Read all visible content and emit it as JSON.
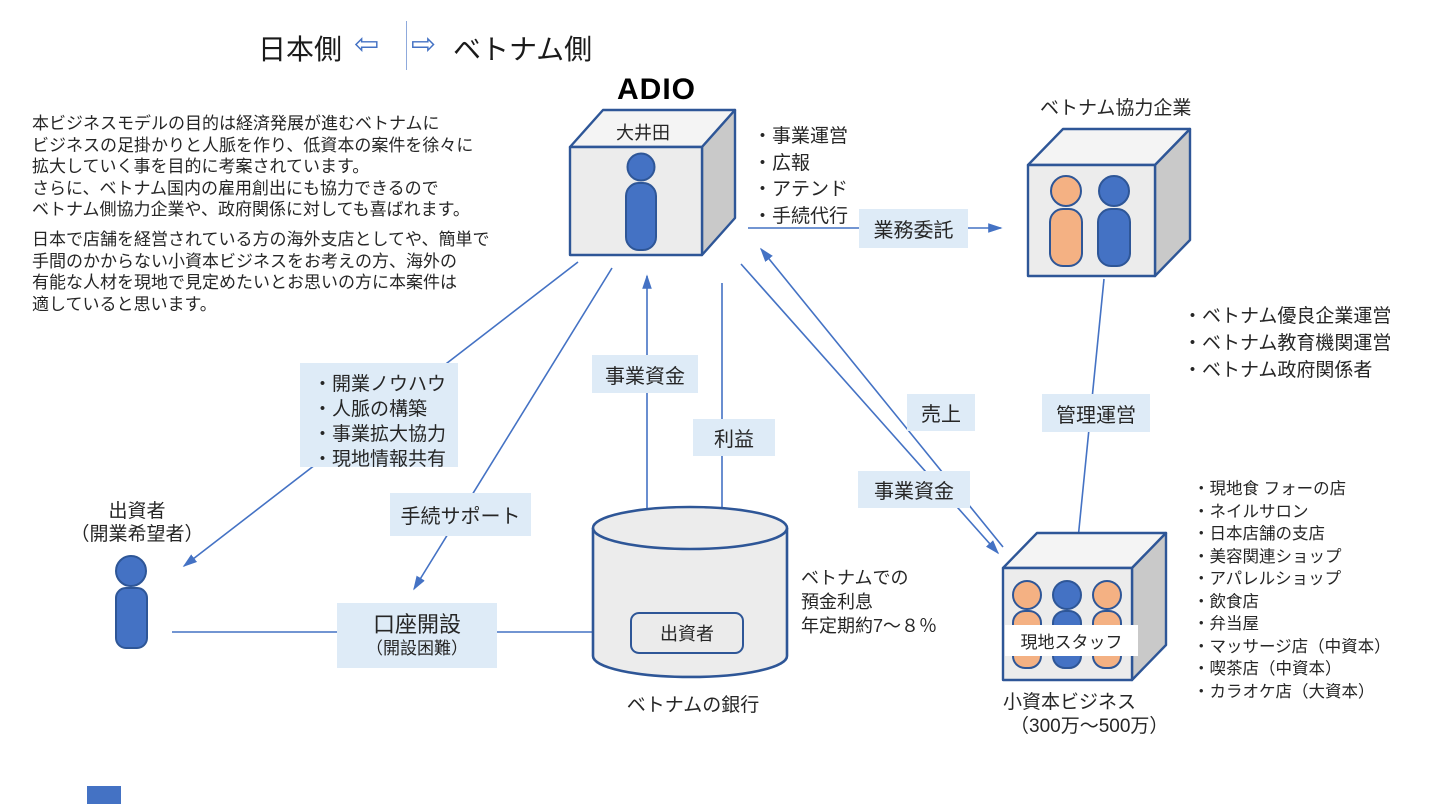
{
  "header": {
    "japan": "日本側",
    "vietnam": "ベトナム側",
    "left_arrow": "⇦",
    "right_arrow": "⇨"
  },
  "intro": {
    "p1": [
      "本ビジネスモデルの目的は経済発展が進むベトナムに",
      "ビジネスの足掛かりと人脈を作り、低資本の案件を徐々に",
      "拡大していく事を目的に考案されています。",
      "さらに、ベトナム国内の雇用創出にも協力できるので",
      "ベトナム側協力企業や、政府関係に対しても喜ばれます。"
    ],
    "p2": [
      "日本で店舗を経営されている方の海外支店としてや、簡単で",
      "手間のかからない小資本ビジネスをお考えの方、海外の",
      "有能な人材を現地で見定めたいとお思いの方に本案件は",
      "適していると思います。"
    ]
  },
  "adio": {
    "title": "ADIO",
    "member": "大井田",
    "services": [
      "・事業運営",
      "・広報",
      "・アテンド",
      "・手続代行"
    ]
  },
  "partner": {
    "title": "ベトナム協力企業",
    "roles": [
      "・ベトナム優良企業運営",
      "・ベトナム教育機関運営",
      "・ベトナム政府関係者"
    ]
  },
  "flows": {
    "outsourcing": "業務委託",
    "management": "管理運営",
    "sales": "売上",
    "funds_to_biz": "事業資金",
    "funds_to_adio": "事業資金",
    "profit": "利益",
    "support": "手続サポート"
  },
  "account_box": {
    "line1": "口座開設",
    "line2": "（開設困難）"
  },
  "knowhow_box": {
    "items": [
      "・開業ノウハウ",
      "・人脈の構築",
      "・事業拡大協力",
      "・現地情報共有"
    ]
  },
  "investor": {
    "line1": "出資者",
    "line2": "（開業希望者）"
  },
  "bank": {
    "caption": "ベトナムの銀行",
    "account": "出資者",
    "note": [
      "ベトナムでの",
      "預金利息",
      "年定期約7～８％"
    ]
  },
  "small_biz": {
    "staff": "現地スタッフ",
    "caption1": "小資本ビジネス",
    "caption2": "（300万～500万）",
    "examples": [
      "・現地食 フォーの店",
      "・ネイルサロン",
      "・日本店舗の支店",
      "・美容関連ショップ",
      "・アパレルショップ",
      "・飲食店",
      "・弁当屋",
      "・マッサージ店（中資本）",
      "・喫茶店（中資本）",
      "・カラオケ店（大資本）"
    ]
  },
  "colors": {
    "accent_blue": "#4472C4",
    "dark_blue": "#2E5697",
    "label_bg": "#DEEBF7",
    "person_orange": "#F4B183",
    "front_gray": "#ECECEC",
    "side_gray": "#C9C9C9",
    "top_gray": "#F4F4F4"
  }
}
